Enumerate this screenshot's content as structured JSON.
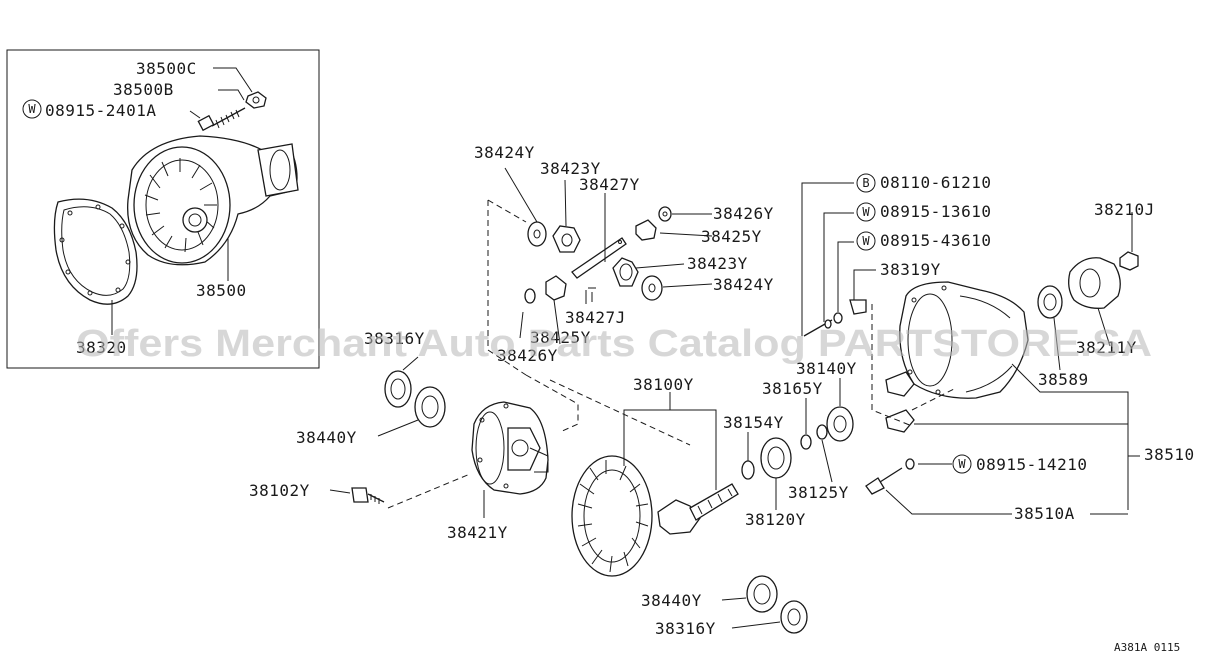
{
  "labels": {
    "l38500C": "38500C",
    "l38500B": "38500B",
    "l08915_2401A": "08915-2401A",
    "l38500": "38500",
    "l38320": "38320",
    "l38424Y_top": "38424Y",
    "l38423Y_top": "38423Y",
    "l38427Y": "38427Y",
    "l38426Y_right": "38426Y",
    "l38425Y": "38425Y",
    "l38423Y_mid": "38423Y",
    "l38424Y_mid": "38424Y",
    "l38427J": "38427J",
    "l38426Y_left": "38426Y",
    "l38425Y_left": "38425Y",
    "l38316Y_top": "38316Y",
    "l38440Y_top": "38440Y",
    "l38102Y": "38102Y",
    "l38421Y": "38421Y",
    "l38100Y": "38100Y",
    "l38154Y": "38154Y",
    "l38165Y": "38165Y",
    "l38140Y": "38140Y",
    "l38125Y": "38125Y",
    "l38120Y": "38120Y",
    "l38440Y_bottom": "38440Y",
    "l38316Y_bottom": "38316Y",
    "l08110_61210": "08110-61210",
    "l08915_13610": "08915-13610",
    "l08915_43610": "08915-43610",
    "l38319Y": "38319Y",
    "l38210J": "38210J",
    "l38211Y": "38211Y",
    "l38589": "38589",
    "l38510": "38510",
    "l08915_14210": "08915-14210",
    "l38510A": "38510A"
  },
  "badges": {
    "w": "W",
    "b": "B"
  },
  "watermark": "Offers Merchant Auto Parts Catalog PARTSTORE.SA",
  "diagram_code": "A381A 0115"
}
